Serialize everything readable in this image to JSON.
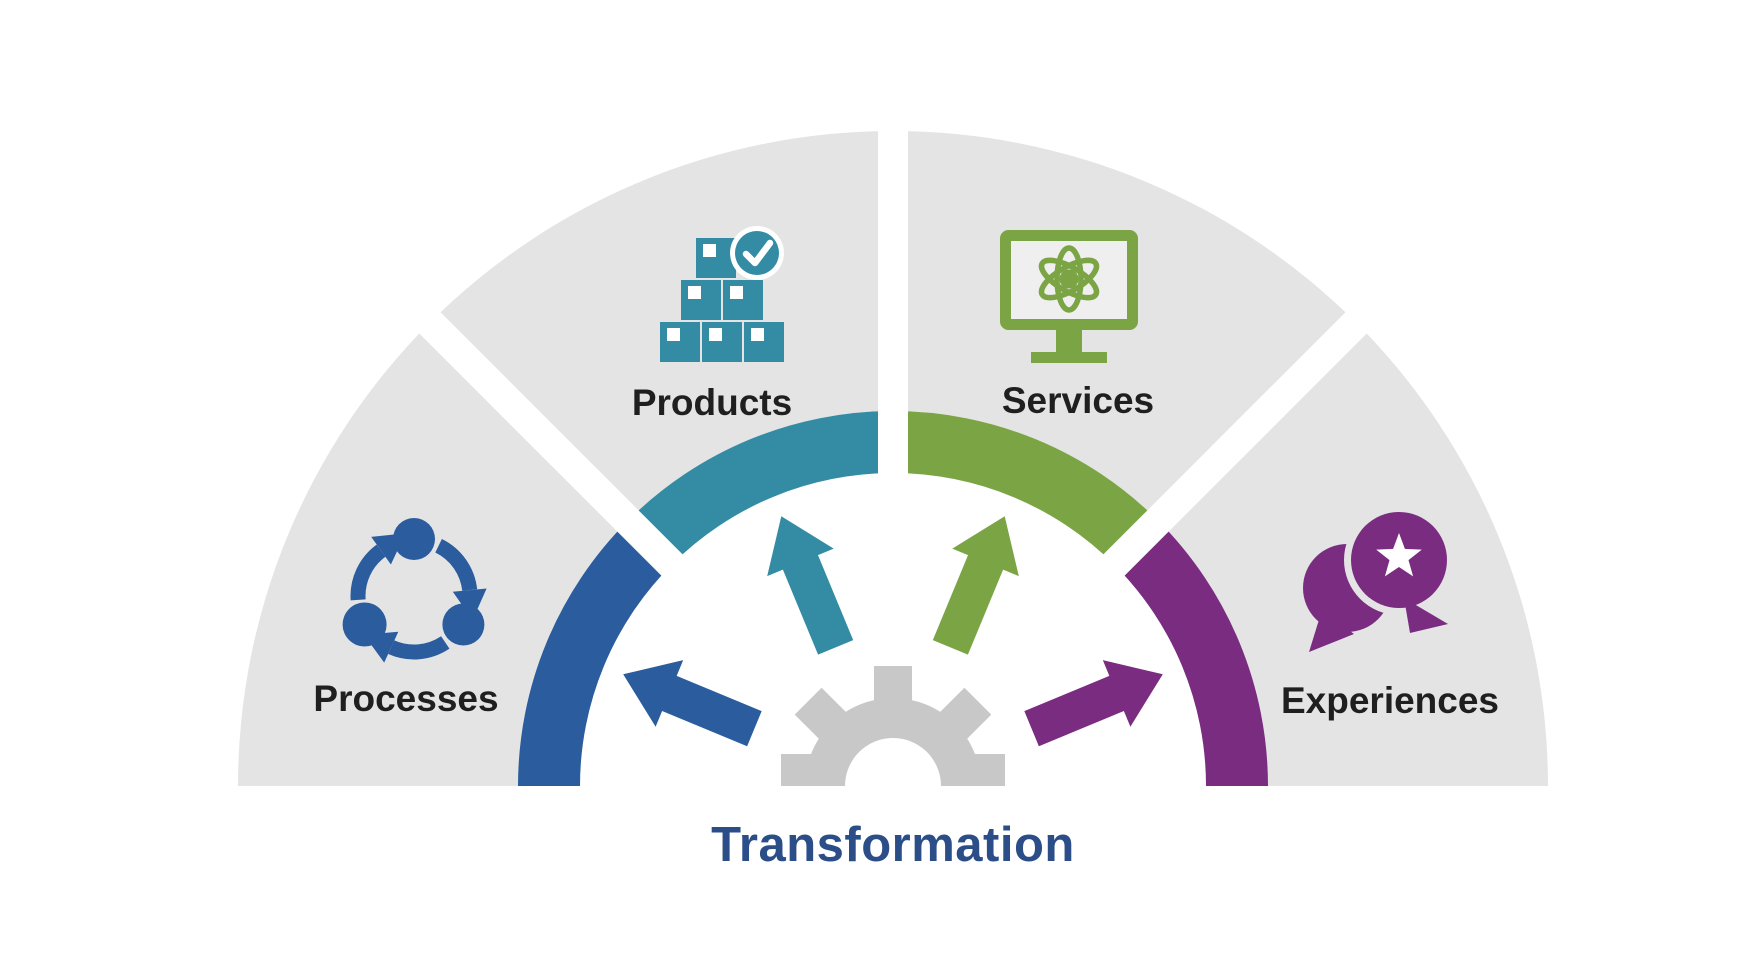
{
  "diagram": {
    "title": {
      "text": "Transformation",
      "color": "#2B4E88"
    },
    "hub": {
      "icon": "gear-icon",
      "color": "#C8C8C8"
    },
    "wedge_color": "#E4E4E4",
    "screen_fill": "#EFEFEF",
    "label_color": "#1F1F1F",
    "separator_color": "#FFFFFF",
    "segments": [
      {
        "label": "Processes",
        "color": "#2A5C9E",
        "icon": "cycle-arrows-icon"
      },
      {
        "label": "Products",
        "color": "#338CA4",
        "icon": "stacked-boxes-check-icon"
      },
      {
        "label": "Services",
        "color": "#7BA445",
        "icon": "monitor-atom-icon"
      },
      {
        "label": "Experiences",
        "color": "#7A2C80",
        "icon": "speech-bubbles-star-icon"
      }
    ]
  }
}
